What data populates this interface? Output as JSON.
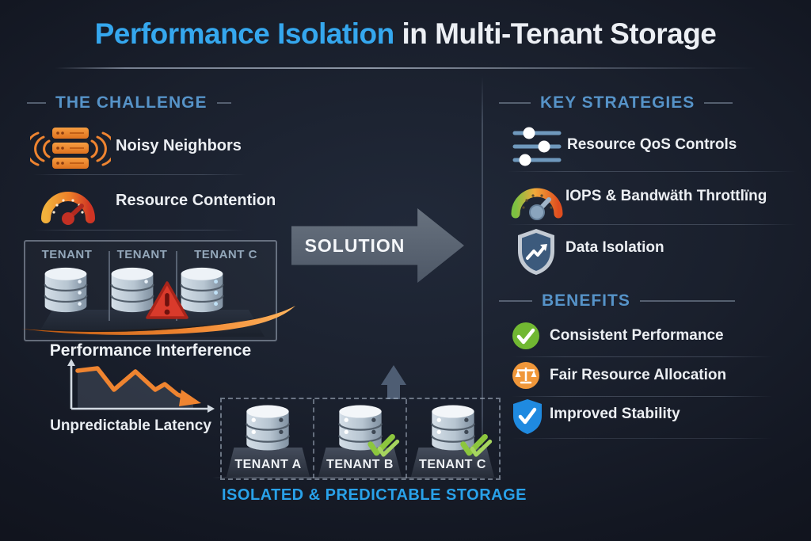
{
  "title": {
    "highlight": "Performance Isolation",
    "rest": " in Multi-Tenant Storage"
  },
  "colors": {
    "accent_blue": "#35a7ee",
    "header_blue": "#5693c8",
    "caption_blue": "#29a2ea",
    "orange": "#ef8430",
    "alert_red": "#d93a2b",
    "benefit_green": "#71b832",
    "benefit_orange": "#f0973a",
    "benefit_blue": "#1f8ae0",
    "arrow_gray": "#5b6575"
  },
  "challenge": {
    "header": "THE CHALLENGE",
    "items": [
      {
        "icon": "noisy-server-icon",
        "label": "Noisy Neighbors"
      },
      {
        "icon": "gauge-icon",
        "label": "Resource Contention"
      }
    ],
    "tenant_box": {
      "columns": [
        "TENANT",
        "TENANT",
        "TENANT C"
      ],
      "warning_icon": "warning-triangle-icon",
      "caption": "Performance Interference"
    },
    "latency": {
      "icon": "declining-line-chart-icon",
      "label": "Unpredictable Latency"
    }
  },
  "solution": {
    "label": "SOLUTION"
  },
  "strategies": {
    "header": "KEY STRATEGIES",
    "items": [
      {
        "icon": "sliders-icon",
        "label": "Resource QoS Controls"
      },
      {
        "icon": "speedometer-icon",
        "label": "IOPS & Bandwäth Throttlïng"
      },
      {
        "icon": "shield-chart-icon",
        "label": "Data Isolation"
      }
    ]
  },
  "benefits": {
    "header": "BENEFITS",
    "items": [
      {
        "icon": "check-circle-icon",
        "label": "Consistent Performance"
      },
      {
        "icon": "scales-icon",
        "label": "Fair Resource Allocation"
      },
      {
        "icon": "shield-check-icon",
        "label": "Improved Stability"
      }
    ]
  },
  "isolated": {
    "tenants": [
      "TENANT A",
      "TENANT B",
      "TENANT C"
    ],
    "caption": "ISOLATED & PREDICTABLE STORAGE"
  }
}
